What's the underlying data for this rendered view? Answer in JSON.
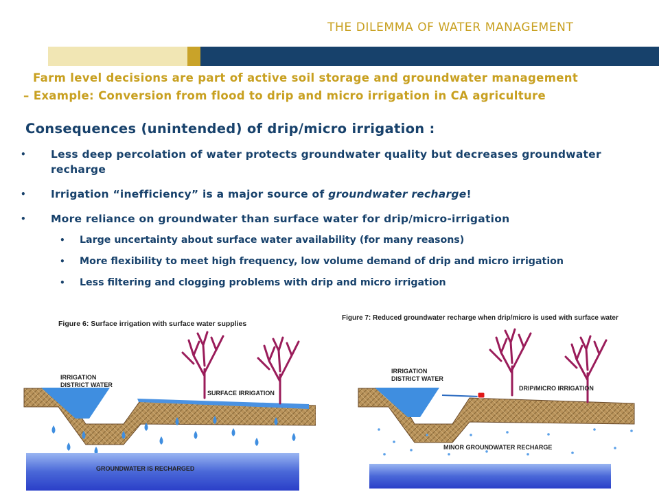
{
  "slide": {
    "title": "THE DILEMMA OF WATER MANAGEMENT",
    "subtitle_line1": "Farm level decisions are part of active soil storage and groundwater management",
    "subtitle_line2": "– Example:  Conversion from flood to drip and micro irrigation in CA agriculture",
    "heading": "Consequences (unintended) of drip/micro irrigation :"
  },
  "bullets": {
    "b1": "Less deep percolation of water protects groundwater quality but decreases groundwater recharge",
    "b2_pre": "Irrigation “inefficiency” is a major source of ",
    "b2_em": "groundwater  recharge",
    "b2_post": "!",
    "b3": "More reliance on  groundwater than surface water for drip/micro-irrigation",
    "sub1": "Large uncertainty about surface water availability (for many reasons)",
    "sub2": "More flexibility to meet high frequency, low volume demand of drip and micro irrigation",
    "sub3": "Less filtering and clogging problems with drip and micro irrigation"
  },
  "figure6": {
    "caption": "Figure 6:  Surface irrigation with surface water supplies",
    "label_district_1": "IRRIGATION",
    "label_district_2": "DISTRICT WATER",
    "label_surface": "SURFACE IRRIGATION",
    "label_groundwater": "GROUNDWATER IS RECHARGED"
  },
  "figure7": {
    "caption": "Figure 7:  Reduced groundwater recharge when drip/micro is used with surface water",
    "label_district_1": "IRRIGATION",
    "label_district_2": "DISTRICT WATER",
    "label_drip": "DRIP/MICRO IRRIGATION",
    "label_minor": "MINOR GROUNDWATER RECHARGE"
  },
  "colors": {
    "title_gold": "#c8a020",
    "navy": "#17416b",
    "soil": "#b8925a",
    "water": "#3f8ee0",
    "tree": "#9a1c5a"
  }
}
